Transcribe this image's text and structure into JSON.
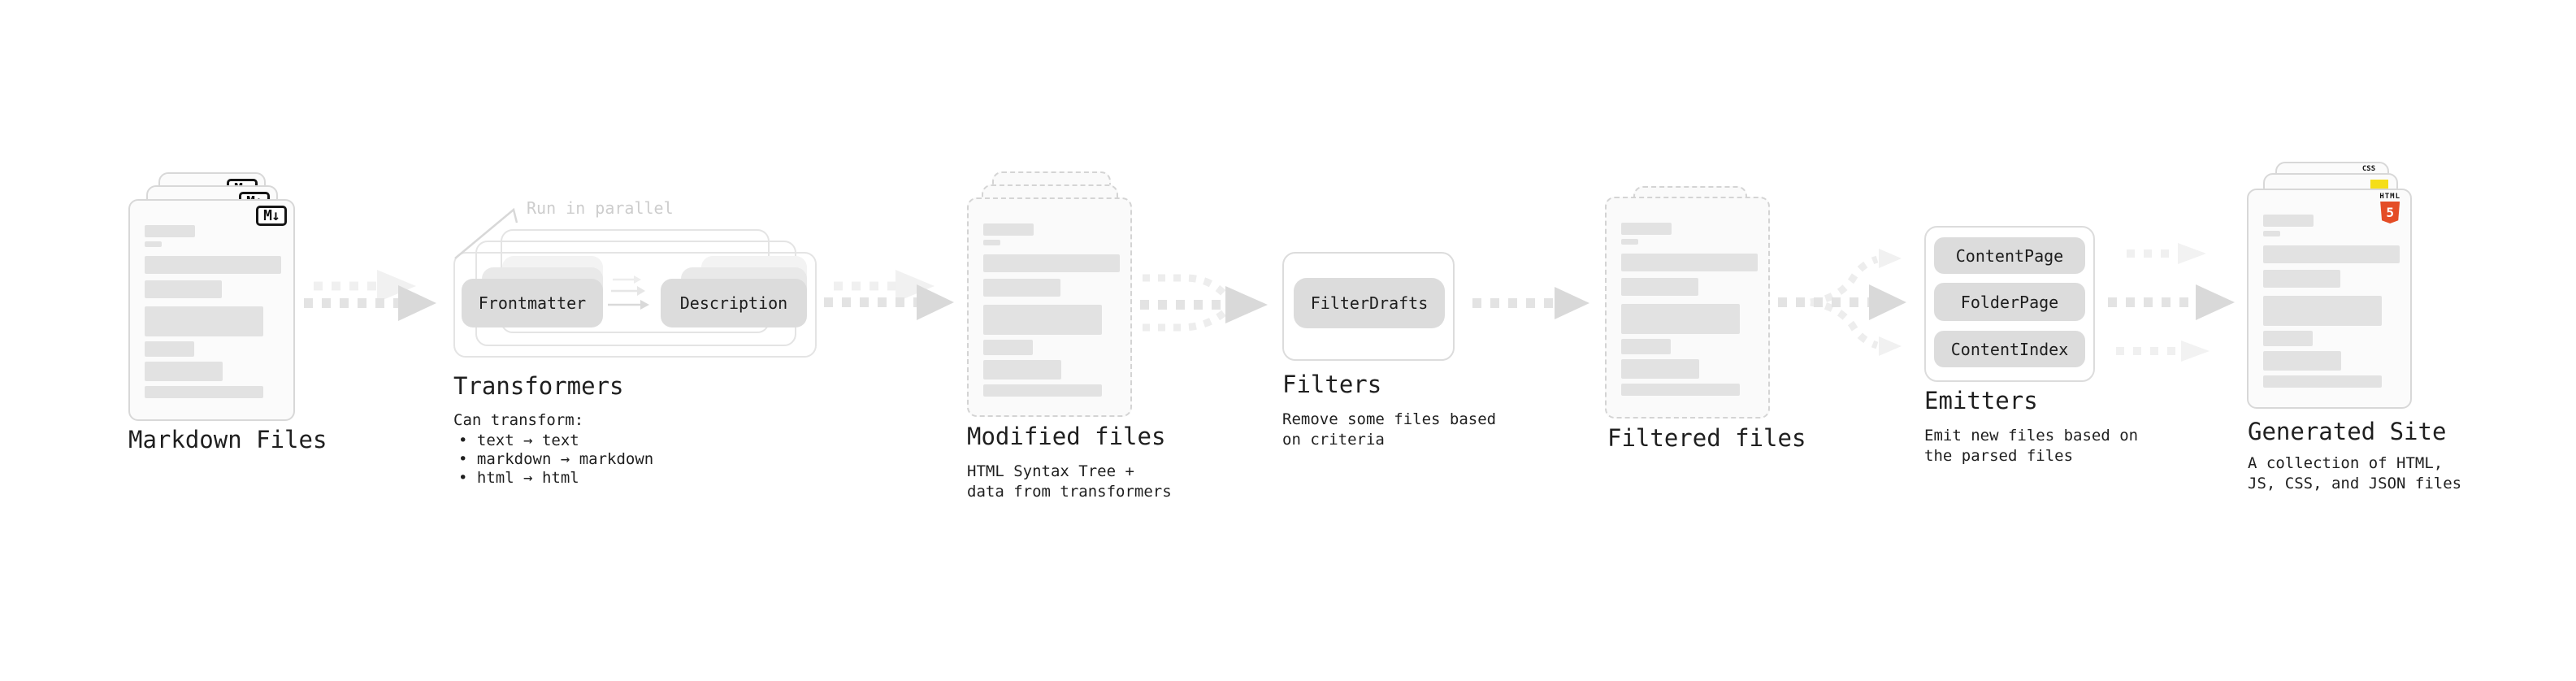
{
  "diagram": {
    "nodes": {
      "markdown_files": {
        "label": "Markdown Files",
        "badge": "M↓"
      },
      "transformers": {
        "label": "Transformers",
        "note": "Run in parallel",
        "pills": [
          "Frontmatter",
          "Description"
        ],
        "desc_title": "Can transform:",
        "bullets": [
          "• text → text",
          "• markdown → markdown",
          "• html → html"
        ]
      },
      "modified_files": {
        "label": "Modified files",
        "desc_lines": [
          "HTML Syntax Tree +",
          "data from transformers"
        ]
      },
      "filters": {
        "label": "Filters",
        "pills": [
          "FilterDrafts"
        ],
        "desc_lines": [
          "Remove some files based",
          "on criteria"
        ]
      },
      "filtered_files": {
        "label": "Filtered files"
      },
      "emitters": {
        "label": "Emitters",
        "pills": [
          "ContentPage",
          "FolderPage",
          "ContentIndex"
        ],
        "desc_lines": [
          "Emit new files based on",
          "the parsed files"
        ]
      },
      "generated_site": {
        "label": "Generated Site",
        "desc_lines": [
          "A collection of HTML,",
          "JS, CSS, and JSON files"
        ],
        "css_label": "CSS",
        "html_wordmark": "HTML",
        "html_numeral": "5"
      }
    },
    "colors": {
      "html5_orange": "#e44d26",
      "js_yellow": "#f5de19",
      "css_blue": "#2965f1",
      "arrow_gray": "#e3e3e3"
    }
  }
}
